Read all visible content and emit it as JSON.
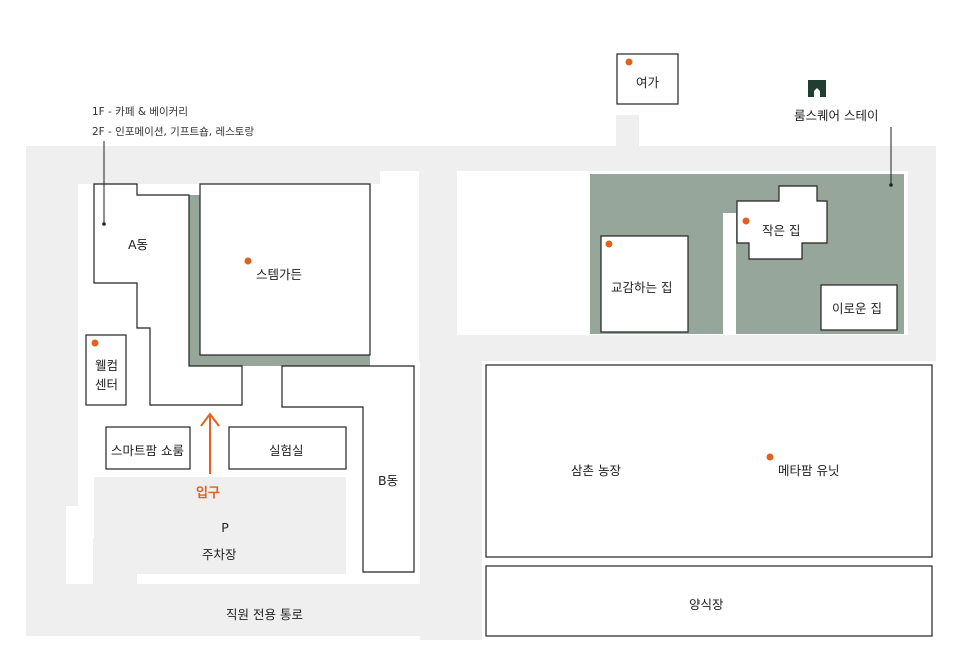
{
  "colors": {
    "path": "#EFEFEF",
    "garden": "#97A69B",
    "outline": "#222222",
    "marker": "#E0621E",
    "entrance": "#E0621E",
    "stay_flag": "#1F3D30"
  },
  "floor_notes": {
    "line1": "1F - 카페 & 베이커리",
    "line2": "2F - 인포메이션, 기프트숍, 레스토랑"
  },
  "buildings": {
    "yeoga": "여가",
    "room_square_stay": "룸스퀘어 스테이",
    "a_dong": "A동",
    "stemgarden": "스템가든",
    "jageun_jip": "작은 집",
    "gyogam_jip": "교감하는 집",
    "iroun_jip": "이로운 집",
    "welcome_center_1": "웰컴",
    "welcome_center_2": "센터",
    "smartfarm_showroom": "스마트팜 쇼룸",
    "lab": "실험실",
    "b_dong": "B동",
    "samchon_farm": "삼촌 농장",
    "metafarm_unit": "메타팜 유닛",
    "aquaculture": "양식장"
  },
  "parking": {
    "symbol": "P",
    "label": "주차장"
  },
  "entrance": {
    "label": "입구",
    "arrow": "up-arrow"
  },
  "staff_road": "직원 전용 통로",
  "icons": [
    "stay-flag-icon",
    "location-dot-icon",
    "entrance-arrow-icon"
  ]
}
